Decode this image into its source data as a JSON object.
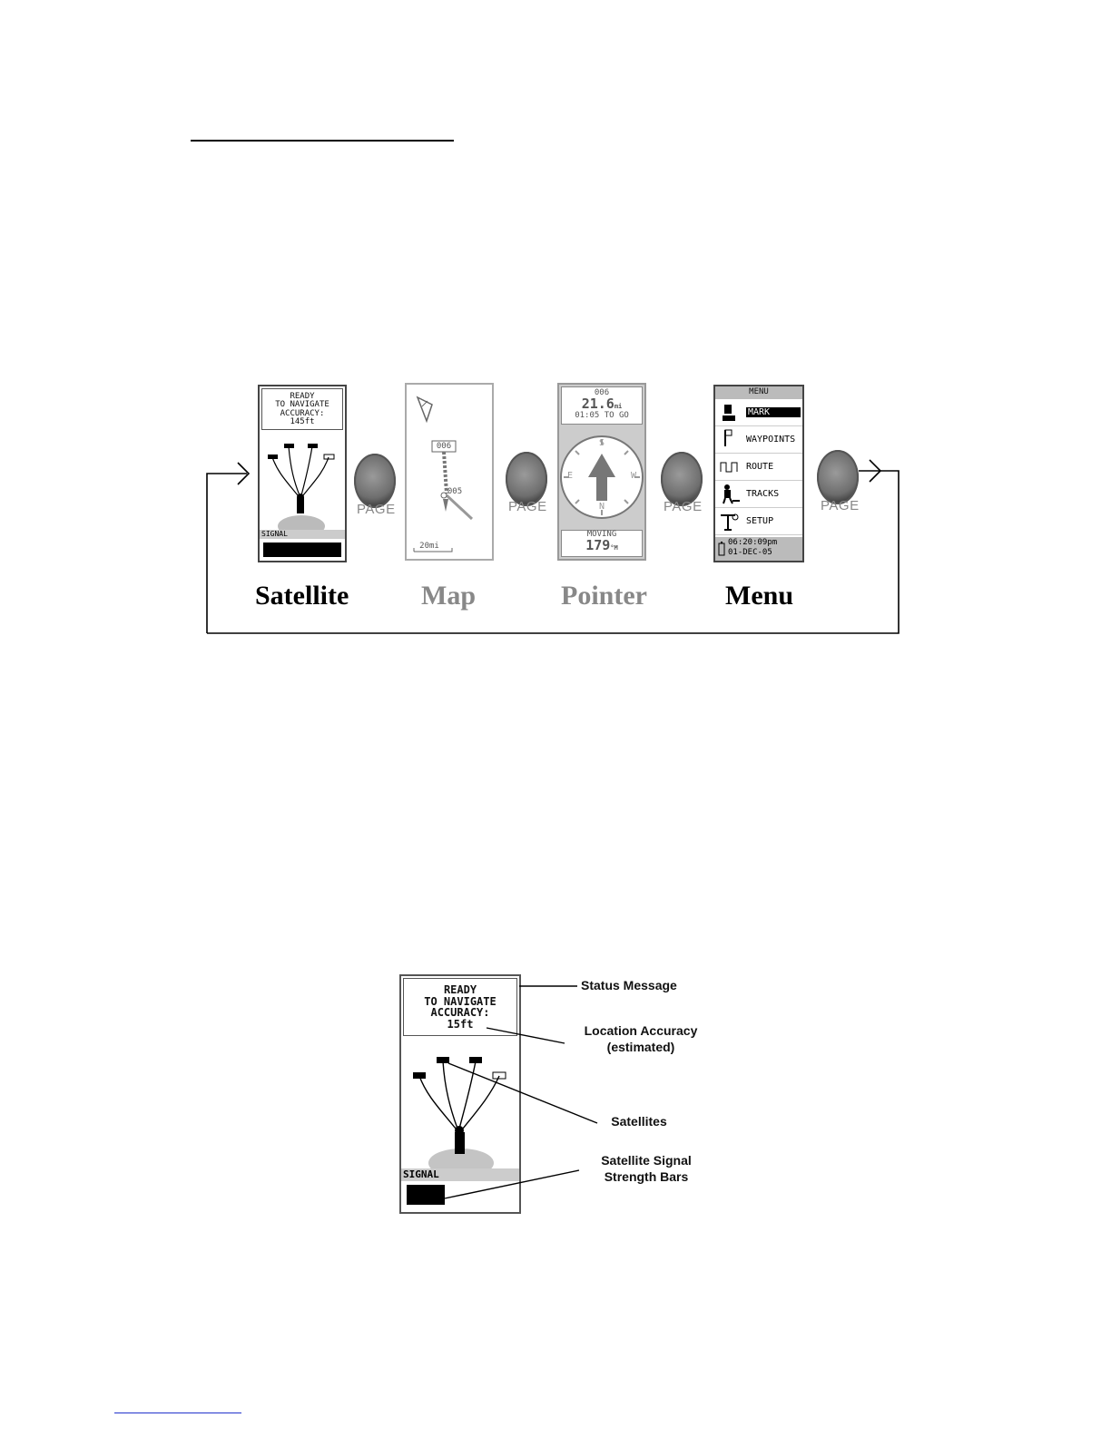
{
  "flow": {
    "screens": [
      {
        "caption": "Satellite",
        "caption_color": "#000000"
      },
      {
        "caption": "Map",
        "caption_color": "#888888"
      },
      {
        "caption": "Pointer",
        "caption_color": "#888888"
      },
      {
        "caption": "Menu",
        "caption_color": "#000000"
      }
    ],
    "page_button_label": "PAGE"
  },
  "satellite_small": {
    "status_lines": [
      "READY",
      "TO NAVIGATE",
      "ACCURACY:",
      "145ft"
    ],
    "signal_label": "SIGNAL"
  },
  "map_screen": {
    "waypoint_label": "006",
    "track_label": "005",
    "scale_label": "20mi"
  },
  "pointer_screen": {
    "waypoint": "006",
    "distance": "21.6",
    "distance_unit": "mi",
    "time_to_go": "01:05  TO GO",
    "compass": {
      "top": "S",
      "left": "E",
      "right": "W",
      "bottom": "N"
    },
    "status": "MOVING",
    "heading": "179",
    "heading_unit": "°M"
  },
  "menu_screen": {
    "title": "MENU",
    "items": [
      {
        "label": "MARK",
        "icon": "mark-icon",
        "selected": true
      },
      {
        "label": "WAYPOINTS",
        "icon": "waypoint-flag-icon",
        "selected": false
      },
      {
        "label": "ROUTE",
        "icon": "route-icon",
        "selected": false
      },
      {
        "label": "TRACKS",
        "icon": "hiker-icon",
        "selected": false
      },
      {
        "label": "SETUP",
        "icon": "setup-icon",
        "selected": false
      }
    ],
    "time": "06:20:09pm",
    "date": "01-DEC-05"
  },
  "satellite_large": {
    "status_lines": [
      "READY",
      "TO NAVIGATE",
      "ACCURACY:",
      "15ft"
    ],
    "signal_label": "SIGNAL",
    "annotations": {
      "status_message": "Status Message",
      "location_accuracy": [
        "Location Accuracy",
        "(estimated)"
      ],
      "satellites": "Satellites",
      "signal_bars": [
        "Satellite Signal",
        "Strength Bars"
      ]
    }
  }
}
